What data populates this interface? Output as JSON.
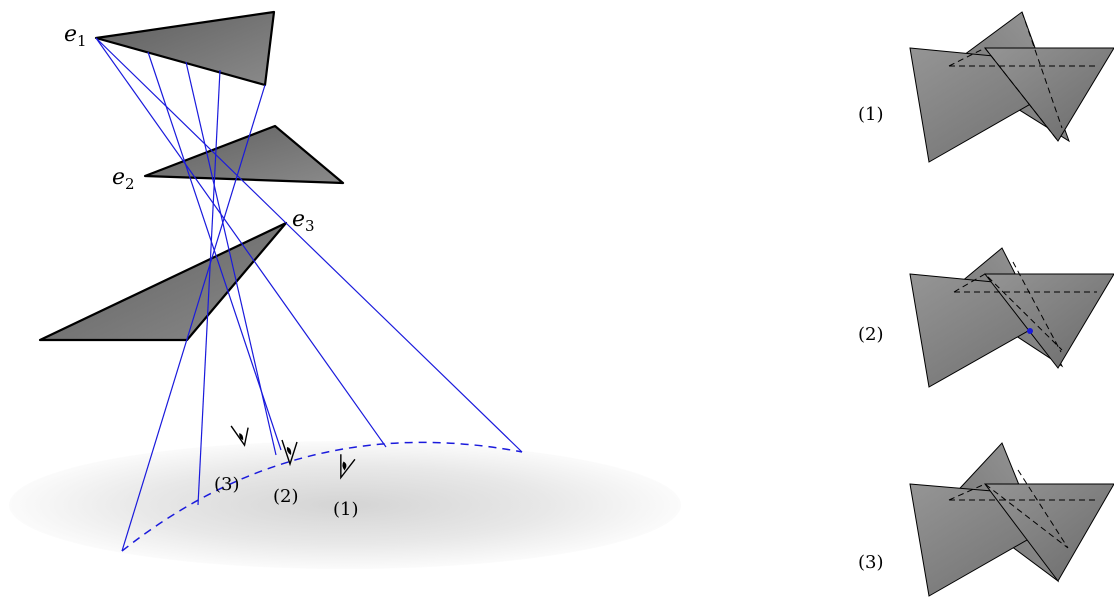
{
  "edges": [
    {
      "name": "e",
      "subscript": "1"
    },
    {
      "name": "e",
      "subscript": "2"
    },
    {
      "name": "e",
      "subscript": "3"
    }
  ],
  "viewpoints": [
    "(3)",
    "(2)",
    "(1)"
  ],
  "views": [
    "(1)",
    "(2)",
    "(3)"
  ],
  "colors": {
    "rays": "#1a1adc",
    "triangle_fill": "#7a7a7a",
    "triangle_stroke": "#000000",
    "ground": "#e6e6e6",
    "crossing_point": "#1a1adc"
  },
  "icons": {
    "viewpoint": "eye-icon"
  }
}
